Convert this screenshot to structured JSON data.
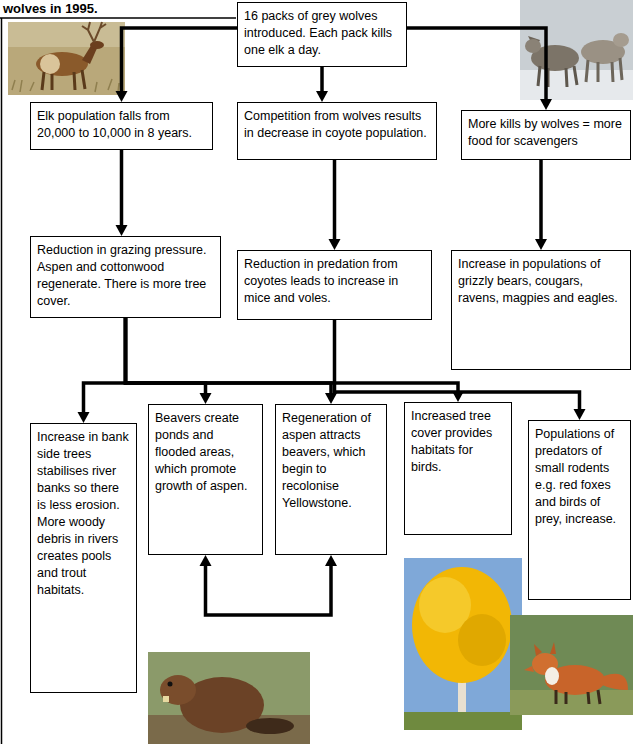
{
  "diagram": {
    "nodes": [
      {
        "text": [
          "16 packs of grey wolves introduced. Each pack kills one elk a day."
        ]
      },
      {
        "text": [
          "Elk population falls from 20,000 to 10,000 in 8 years."
        ]
      },
      {
        "text": [
          "Competition from wolves results in decrease in coyote population."
        ]
      },
      {
        "text": [
          "More kills by wolves = more food for scavengers"
        ]
      },
      {
        "text": [
          "Reduction in grazing pressure. Aspen and cottonwood regenerate. There is more tree cover."
        ]
      },
      {
        "text": [
          "Reduction in predation from coyotes leads to increase in mice and voles."
        ]
      },
      {
        "text": [
          "Increase in populations of grizzly bears, cougars, ravens, magpies and eagles."
        ]
      },
      {
        "text": [
          "Increase in bank side trees stabilises river banks so there is less erosion. More woody debris in rivers creates pools and trout habitats."
        ]
      },
      {
        "text": [
          "Beavers create ponds and flooded areas, which promote growth of aspen."
        ]
      },
      {
        "text": [
          "Regeneration of aspen attracts beavers, which begin to recolonise Yellowstone."
        ]
      },
      {
        "text": [
          "Increased tree cover provides habitats for birds."
        ]
      },
      {
        "text": [
          "Populations of predators of small rodents e.g. red foxes and birds of prey, increase."
        ]
      }
    ],
    "edges": [
      {
        "from": 0,
        "to": 1,
        "arrow": "to"
      },
      {
        "from": 0,
        "to": 2,
        "arrow": "to"
      },
      {
        "from": 0,
        "to": 3,
        "arrow": "to"
      },
      {
        "from": 1,
        "to": 4,
        "arrow": "to"
      },
      {
        "from": 2,
        "to": 5,
        "arrow": "to"
      },
      {
        "from": 3,
        "to": 6,
        "arrow": "to"
      },
      {
        "from": 4,
        "to": 7,
        "arrow": "to"
      },
      {
        "from": 4,
        "to": 8,
        "arrow": "to"
      },
      {
        "from": 4,
        "to": 9,
        "arrow": "to"
      },
      {
        "from": 4,
        "to": 10,
        "arrow": "to"
      },
      {
        "from": 5,
        "to": 11,
        "arrow": "to"
      },
      {
        "from": 8,
        "to": 9,
        "arrow": "both"
      }
    ],
    "labels": [
      "wolves in 1995."
    ]
  }
}
